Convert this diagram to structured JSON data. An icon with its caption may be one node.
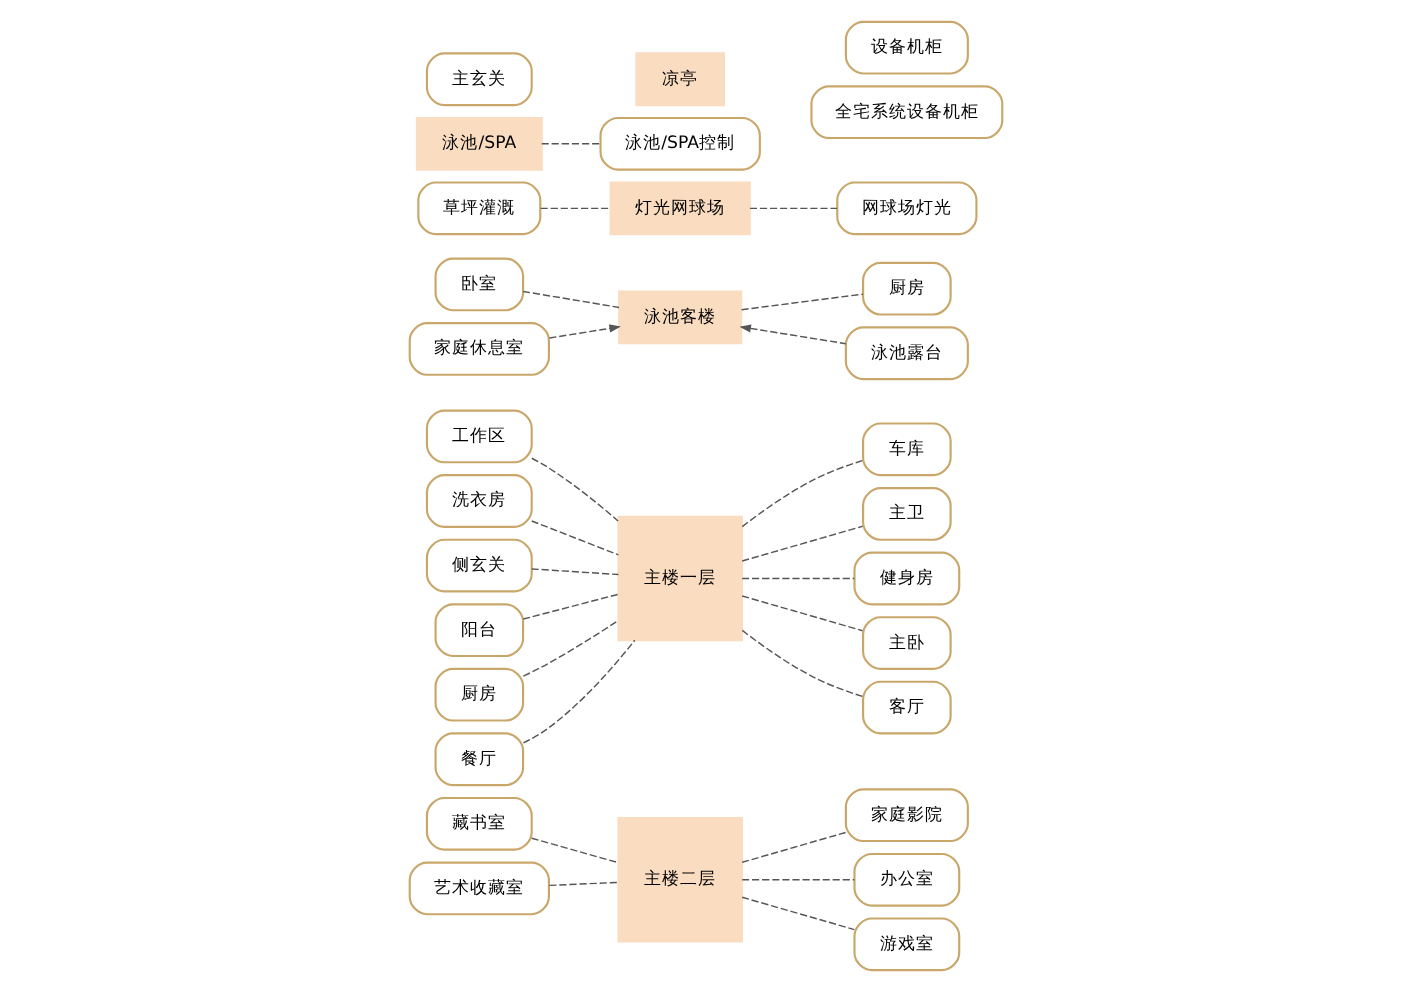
{
  "diagram": {
    "nodes": [
      {
        "text": [
          "主楼二层"
        ]
      },
      {
        "text": [
          "主楼一层"
        ]
      },
      {
        "text": [
          "泳池客楼"
        ]
      },
      {
        "text": [
          "灯光网球场"
        ]
      },
      {
        "text": [
          "泳池/SPA"
        ]
      },
      {
        "text": [
          "凉亭"
        ]
      },
      {
        "text": [
          "藏书室"
        ]
      },
      {
        "text": [
          "艺术收藏室"
        ]
      },
      {
        "text": [
          "家庭影院"
        ]
      },
      {
        "text": [
          "办公室"
        ]
      },
      {
        "text": [
          "游戏室"
        ]
      },
      {
        "text": [
          "工作区"
        ]
      },
      {
        "text": [
          "洗衣房"
        ]
      },
      {
        "text": [
          "车库"
        ]
      },
      {
        "text": [
          "主卫"
        ]
      },
      {
        "text": [
          "健身房"
        ]
      },
      {
        "text": [
          "侧玄关"
        ]
      },
      {
        "text": [
          "阳台"
        ]
      },
      {
        "text": [
          "主卧"
        ]
      },
      {
        "text": [
          "厨房"
        ]
      },
      {
        "text": [
          "客厅"
        ]
      },
      {
        "text": [
          "餐厅"
        ]
      },
      {
        "text": [
          "主玄关"
        ]
      },
      {
        "text": [
          "设备机柜"
        ]
      },
      {
        "text": [
          "卧室"
        ]
      },
      {
        "text": [
          "厨房"
        ]
      },
      {
        "text": [
          "家庭休息室"
        ]
      },
      {
        "text": [
          "泳池露台"
        ]
      },
      {
        "text": [
          "草坪灌溉"
        ]
      },
      {
        "text": [
          "泳池/SPA控制"
        ]
      },
      {
        "text": [
          "网球场灯光"
        ]
      },
      {
        "text": [
          "全宅系统设备机柜"
        ]
      }
    ],
    "edges": [
      {
        "from": 6,
        "to": 0,
        "arrow": "none",
        "style": "dashed"
      },
      {
        "from": 7,
        "to": 0,
        "arrow": "none",
        "style": "dashed"
      },
      {
        "from": 8,
        "to": 0,
        "arrow": "none",
        "style": "dashed"
      },
      {
        "from": 9,
        "to": 0,
        "arrow": "none",
        "style": "dashed"
      },
      {
        "from": 10,
        "to": 0,
        "arrow": "none",
        "style": "dashed"
      },
      {
        "from": 11,
        "to": 1,
        "arrow": "none",
        "style": "dashed"
      },
      {
        "from": 12,
        "to": 1,
        "arrow": "none",
        "style": "dashed"
      },
      {
        "from": 13,
        "to": 1,
        "arrow": "none",
        "style": "dashed"
      },
      {
        "from": 14,
        "to": 1,
        "arrow": "none",
        "style": "dashed"
      },
      {
        "from": 15,
        "to": 1,
        "arrow": "none",
        "style": "dashed"
      },
      {
        "from": 16,
        "to": 1,
        "arrow": "none",
        "style": "dashed"
      },
      {
        "from": 17,
        "to": 1,
        "arrow": "none",
        "style": "dashed"
      },
      {
        "from": 18,
        "to": 1,
        "arrow": "none",
        "style": "dashed"
      },
      {
        "from": 19,
        "to": 1,
        "arrow": "none",
        "style": "dashed"
      },
      {
        "from": 20,
        "to": 1,
        "arrow": "none",
        "style": "dashed"
      },
      {
        "from": 21,
        "to": 1,
        "arrow": "none",
        "style": "dashed"
      },
      {
        "from": 24,
        "to": 2,
        "arrow": "none",
        "style": "dashed"
      },
      {
        "from": 25,
        "to": 2,
        "arrow": "none",
        "style": "dashed"
      },
      {
        "from": 26,
        "to": 2,
        "arrow": "to",
        "style": "dashed"
      },
      {
        "from": 27,
        "to": 2,
        "arrow": "to",
        "style": "dashed"
      },
      {
        "from": 28,
        "to": 3,
        "arrow": "none",
        "style": "dashed"
      },
      {
        "from": 29,
        "to": 4,
        "arrow": "none",
        "style": "dashed"
      },
      {
        "from": 30,
        "to": 3,
        "arrow": "none",
        "style": "dashed"
      }
    ]
  }
}
